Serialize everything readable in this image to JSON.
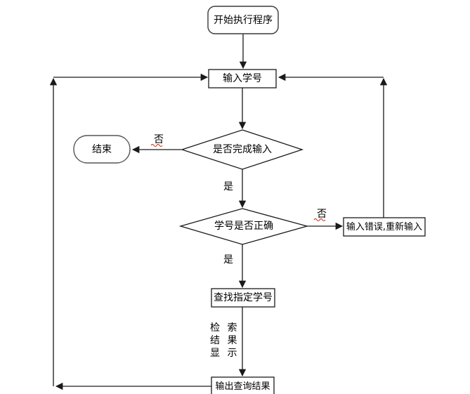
{
  "diagram": {
    "type": "flowchart",
    "background": "#ffffff",
    "colors": {
      "line": "#1a1a1a",
      "text": "#000000",
      "squiggle_underline": "#cc2200",
      "node_fill": "#ffffff"
    },
    "nodes": {
      "start": {
        "label": "开始执行程序",
        "shape": "terminator"
      },
      "input": {
        "label": "输入学号",
        "shape": "process"
      },
      "check_complete": {
        "label": "是否完成输入",
        "shape": "decision"
      },
      "end": {
        "label": "结束",
        "shape": "terminator"
      },
      "check_correct": {
        "label": "学号是否正确",
        "shape": "decision"
      },
      "error": {
        "label": "输入错误,重新输入",
        "shape": "process"
      },
      "find": {
        "label": "查找指定学号",
        "shape": "process"
      },
      "output": {
        "label": "输出查询结果",
        "shape": "process"
      }
    },
    "edge_labels": {
      "complete_no": "否",
      "complete_yes": "是",
      "correct_no": "否",
      "correct_yes": "是",
      "retrieve_line1": "检 索",
      "retrieve_line2": "结 果",
      "retrieve_line3": "显 示"
    }
  }
}
